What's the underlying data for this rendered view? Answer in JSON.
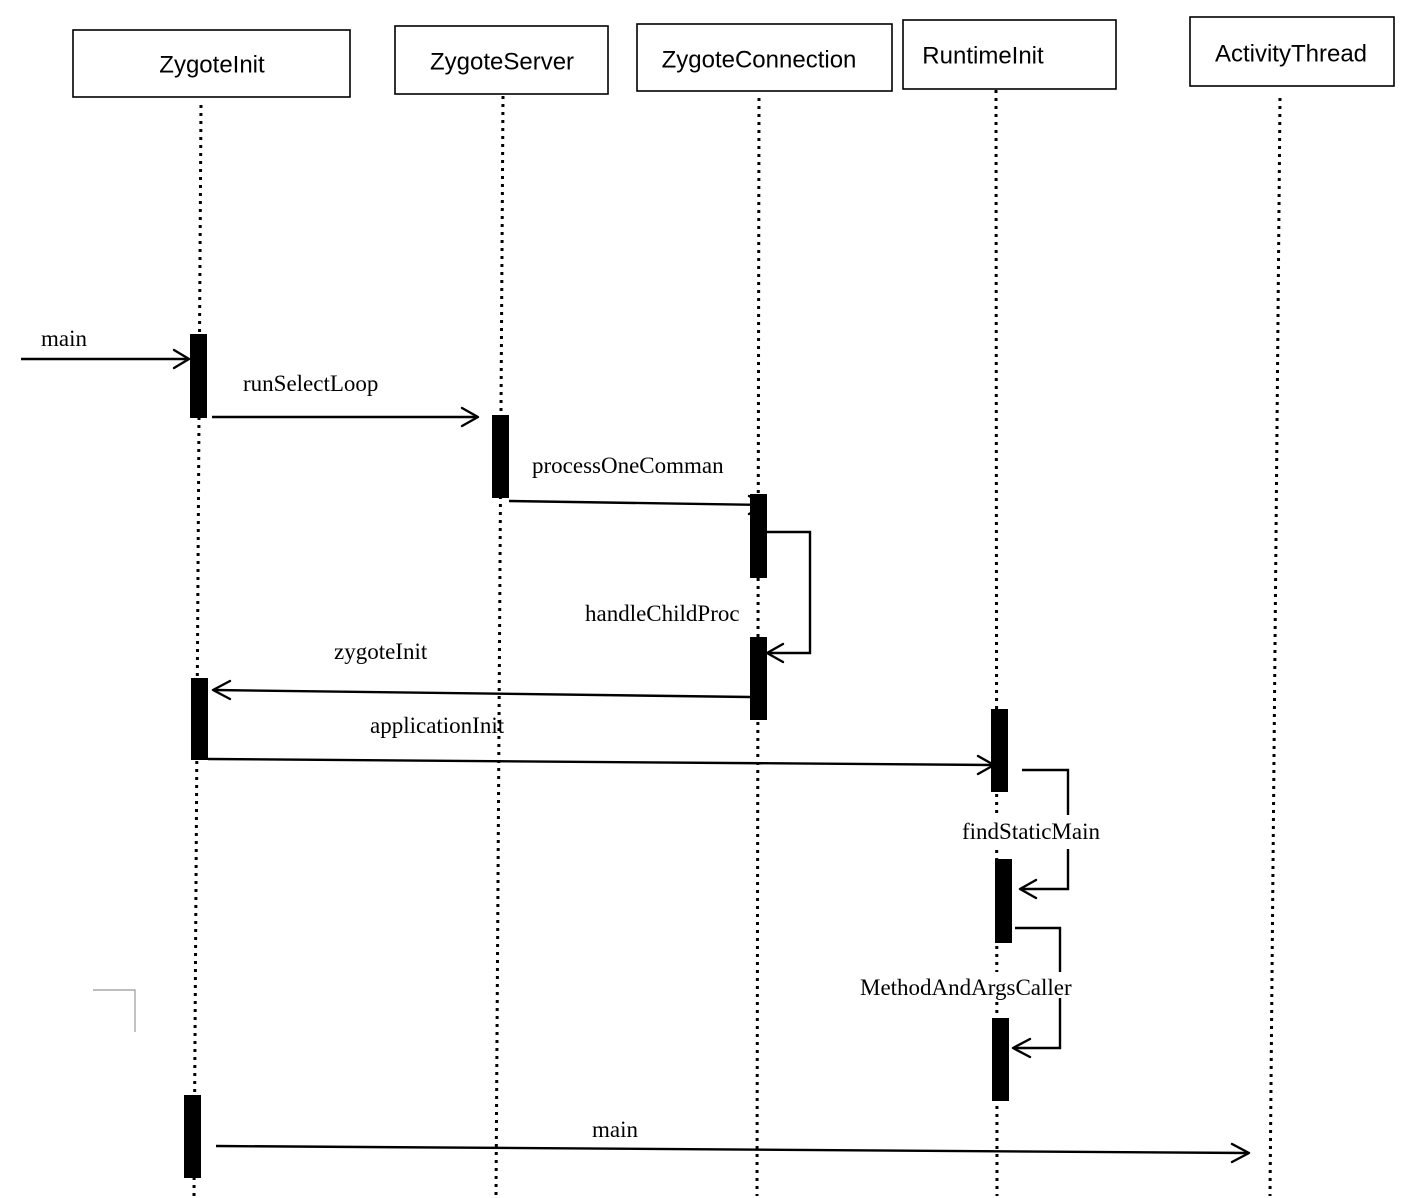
{
  "participants": [
    {
      "name": "ZygoteInit"
    },
    {
      "name": "ZygoteServer"
    },
    {
      "name": "ZygoteConnection"
    },
    {
      "name": "RuntimeInit"
    },
    {
      "name": "ActivityThread"
    }
  ],
  "messages": [
    {
      "label": "main"
    },
    {
      "label": "runSelectLoop"
    },
    {
      "label": "processOneComman"
    },
    {
      "label": "handleChildProc"
    },
    {
      "label": "zygoteInit"
    },
    {
      "label": "applicationInit"
    },
    {
      "label": "findStaticMain"
    },
    {
      "label": "MethodAndArgsCaller"
    },
    {
      "label": "main"
    }
  ]
}
